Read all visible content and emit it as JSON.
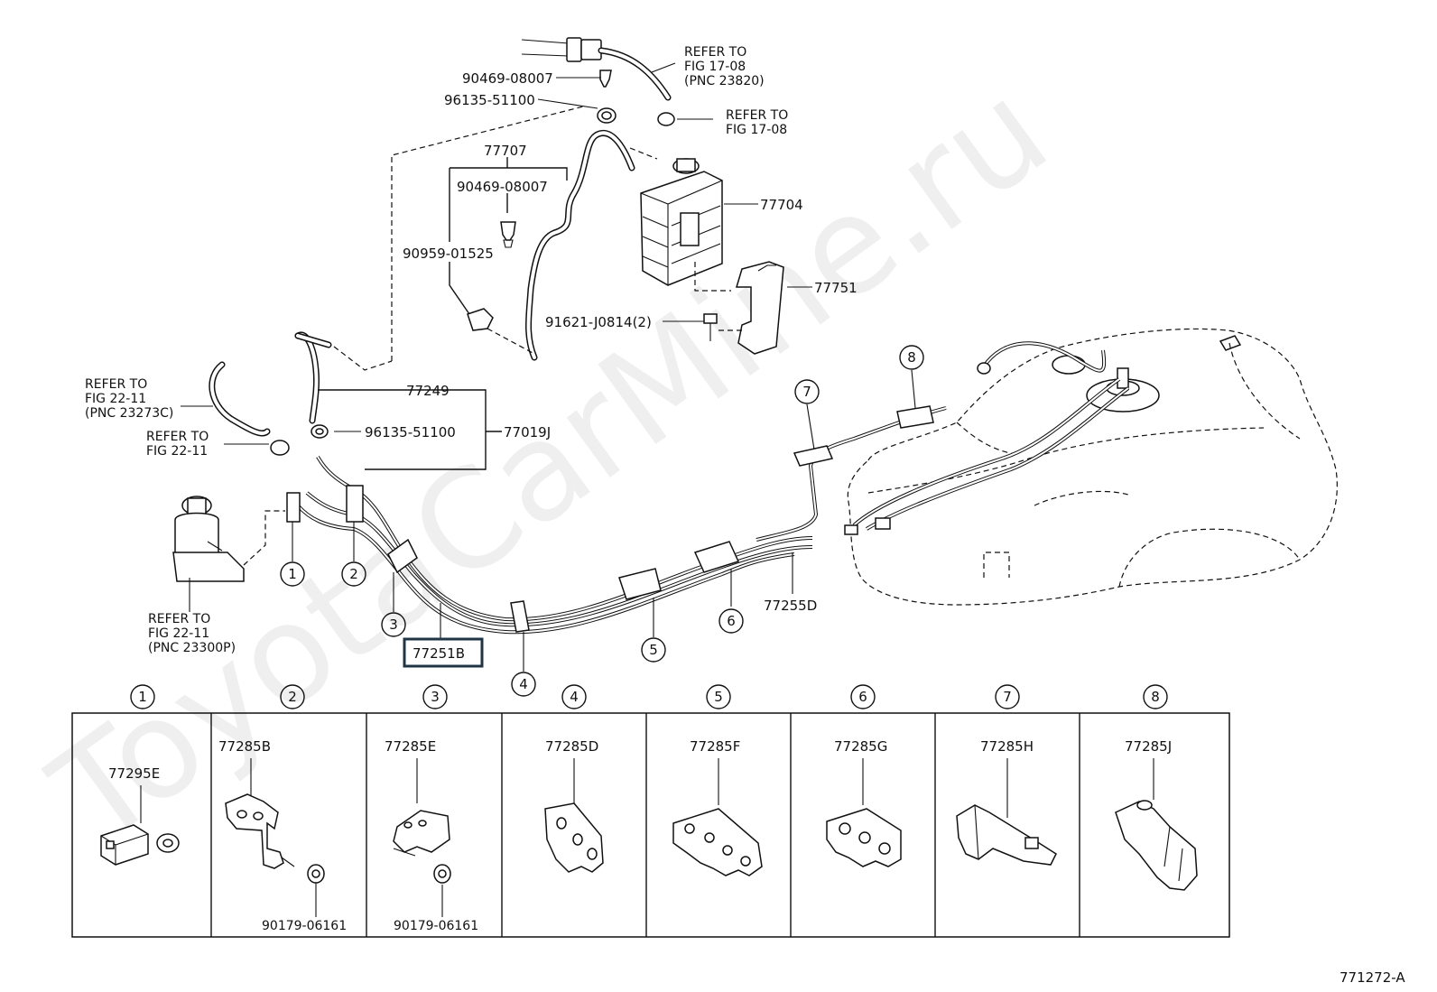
{
  "watermark": "ToyotaCarMine.ru",
  "figure_code": "771272-A",
  "labels": {
    "refer_17_08_a": [
      "REFER TO",
      "FIG 17-08",
      "(PNC 23820)"
    ],
    "refer_17_08_b": [
      "REFER TO",
      "FIG 17-08"
    ],
    "refer_22_11_a": [
      "REFER TO",
      "FIG 22-11",
      "(PNC 23273C)"
    ],
    "refer_22_11_b": [
      "REFER TO",
      "FIG 22-11"
    ],
    "refer_22_11_c": [
      "REFER TO",
      "FIG 22-11",
      "(PNC 23300P)"
    ],
    "p90469_top": "90469-08007",
    "p96135_top": "96135-51100",
    "p77707": "77707",
    "p90469_mid": "90469-08007",
    "p90959": "90959-01525",
    "p77704": "77704",
    "p77751": "77751",
    "p91621": "91621-J0814(2)",
    "p77249": "77249",
    "p96135_mid": "96135-51100",
    "p77019J": "77019J",
    "p77255D": "77255D",
    "p77251B": "77251B"
  },
  "callouts": [
    "1",
    "2",
    "3",
    "4",
    "5",
    "6",
    "7",
    "8"
  ],
  "clamp_table": [
    {
      "n": "1",
      "part": "77295E",
      "sub": ""
    },
    {
      "n": "2",
      "part": "77285B",
      "sub": "90179-06161"
    },
    {
      "n": "3",
      "part": "77285E",
      "sub": "90179-06161"
    },
    {
      "n": "4",
      "part": "77285D",
      "sub": ""
    },
    {
      "n": "5",
      "part": "77285F",
      "sub": ""
    },
    {
      "n": "6",
      "part": "77285G",
      "sub": ""
    },
    {
      "n": "7",
      "part": "77285H",
      "sub": ""
    },
    {
      "n": "8",
      "part": "77285J",
      "sub": ""
    }
  ]
}
